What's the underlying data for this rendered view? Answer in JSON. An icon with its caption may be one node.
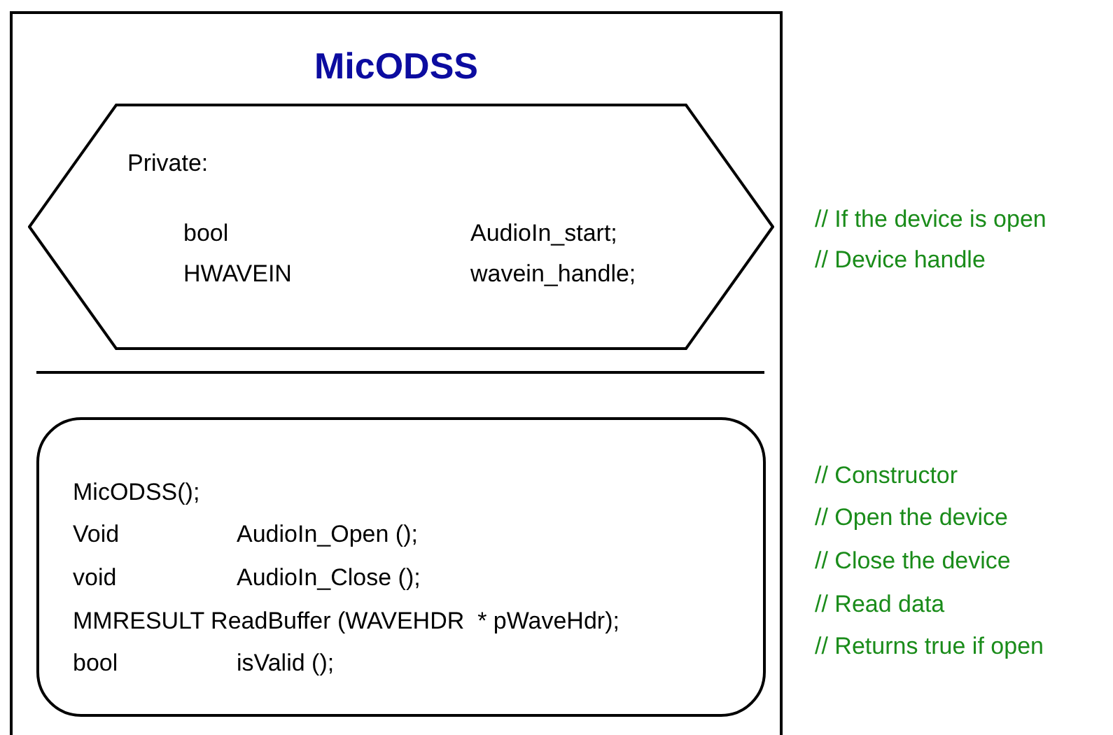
{
  "diagram": {
    "nodes": [
      {
        "text": [
          "MicODSS"
        ]
      },
      {
        "text": [
          "Private:",
          "bool",
          "AudioIn_start;",
          "HWAVEIN",
          "wavein_handle;"
        ],
        "in": 0
      },
      {
        "text": [
          "MicODSS();",
          "Void",
          "AudioIn_Open ();",
          "void",
          "AudioIn_Close ();",
          "MMRESULT ReadBuffer (WAVEHDR  * pWaveHdr);",
          "bool",
          "isValid ();"
        ],
        "in": 0
      }
    ],
    "labels": [
      "// If the device is open",
      "// Device handle",
      "// Constructor",
      "// Open the device",
      "// Close the device",
      "// Read data",
      "// Returns true if open"
    ]
  }
}
